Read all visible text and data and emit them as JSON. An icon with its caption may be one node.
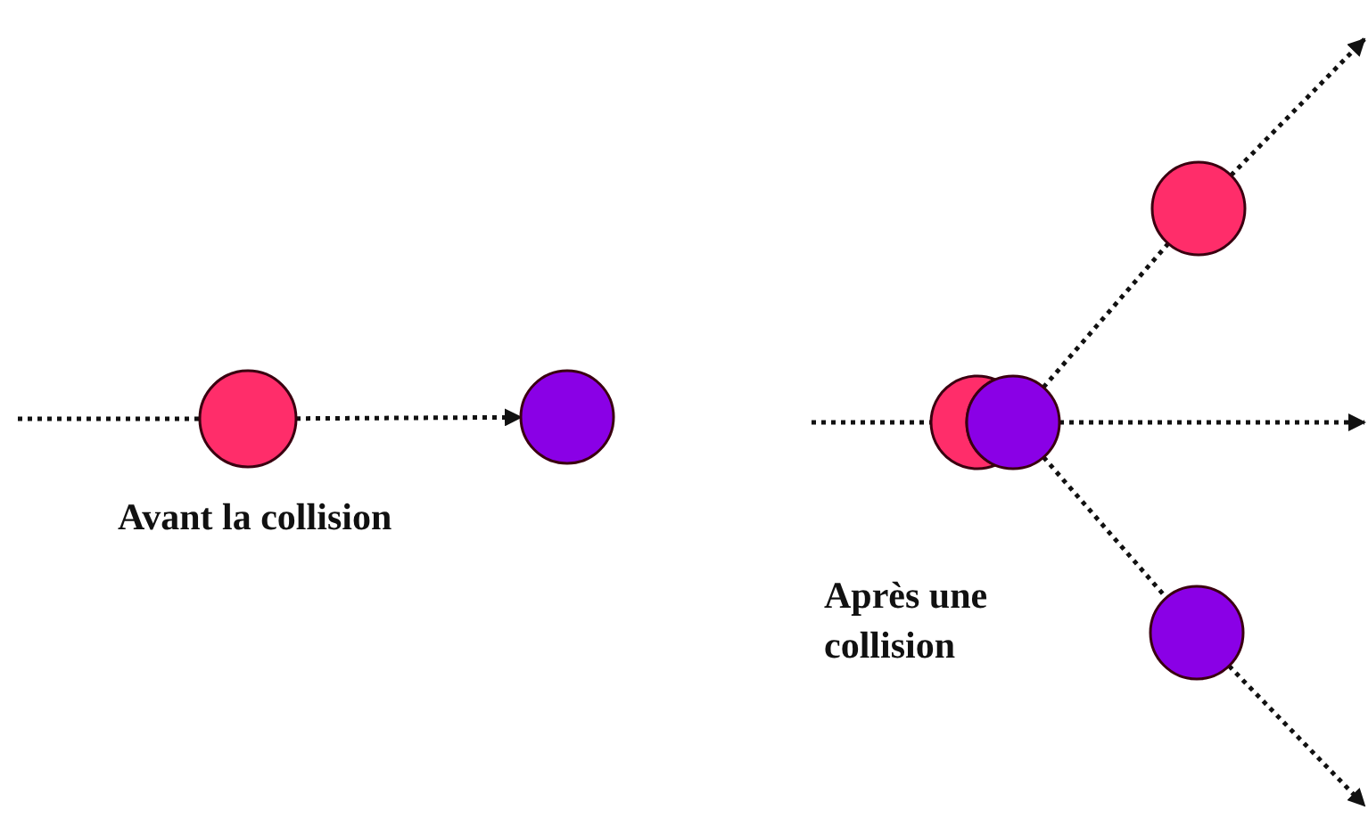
{
  "diagram": {
    "nodes": [
      {
        "text": [],
        "shape": "circle"
      },
      {
        "text": [],
        "shape": "circle"
      },
      {
        "text": [],
        "shape": "circle"
      },
      {
        "text": [],
        "shape": "circle"
      },
      {
        "text": [],
        "shape": "circle"
      },
      {
        "text": [],
        "shape": "circle"
      }
    ],
    "edges": [
      {
        "from": null,
        "to": 0,
        "arrow": "none",
        "style": "dashed"
      },
      {
        "from": 0,
        "to": 1,
        "arrow": "to",
        "style": "dashed"
      },
      {
        "from": null,
        "to": 2,
        "arrow": "none",
        "style": "dashed"
      },
      {
        "from": 3,
        "to": null,
        "arrow": "to",
        "style": "dashed"
      },
      {
        "from": 3,
        "to": 4,
        "arrow": "none",
        "style": "dashed"
      },
      {
        "from": 4,
        "to": null,
        "arrow": "to",
        "style": "dashed"
      },
      {
        "from": 3,
        "to": 5,
        "arrow": "none",
        "style": "dashed"
      },
      {
        "from": 5,
        "to": null,
        "arrow": "to",
        "style": "dashed"
      }
    ],
    "labels": [
      "Avant la collision",
      "Après une collision"
    ]
  }
}
